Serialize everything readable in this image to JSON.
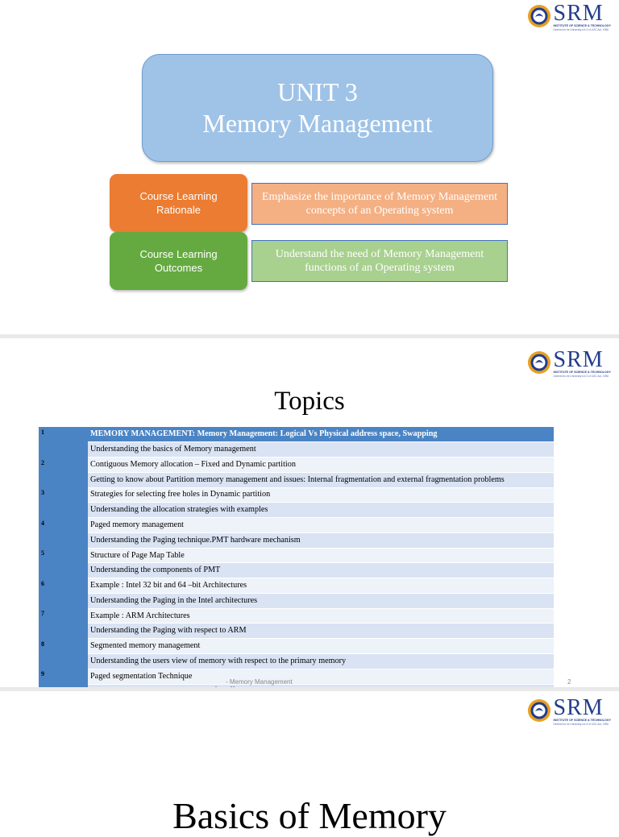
{
  "logo": {
    "name": "SRM",
    "line1": "INSTITUTE OF SCIENCE & TECHNOLOGY",
    "line2": "Deemed to be University u/s 3 of UGC Act, 1956",
    "colors": {
      "primary": "#233d8c",
      "ring": "#e8a020"
    }
  },
  "slide1": {
    "unit_title": "UNIT 3",
    "unit_subtitle": "Memory Management",
    "rationale_label": "Course Learning\nRationale",
    "rationale_text": "Emphasize the importance of Memory Management\nconcepts of an Operating system",
    "outcomes_label": "Course Learning\nOutcomes",
    "outcomes_text": "Understand the need of Memory Management\nfunctions of an Operating system",
    "colors": {
      "unit_box": "#9fc3e7",
      "rationale": "#ec7c31",
      "rationale_desc": "#f4b083",
      "outcomes": "#65aa41",
      "outcomes_desc": "#a8d08e"
    }
  },
  "slide2": {
    "title": "Topics",
    "rows": [
      {
        "num": "1",
        "text": "MEMORY MANAGEMENT: Memory Management: Logical Vs Physical address space, Swapping",
        "head": true
      },
      {
        "num": "",
        "text": "Understanding the basics of Memory management"
      },
      {
        "num": "2",
        "text": "Contiguous Memory allocation – Fixed and Dynamic partition"
      },
      {
        "num": "",
        "text": "Getting to know about Partition memory management and issues: Internal fragmentation and external fragmentation problems"
      },
      {
        "num": "3",
        "text": "Strategies for selecting free holes in Dynamic partition"
      },
      {
        "num": "",
        "text": "Understanding the allocation strategies with examples"
      },
      {
        "num": "4",
        "text": "Paged memory management"
      },
      {
        "num": "",
        "text": "Understanding the Paging technique.PMT hardware mechanism"
      },
      {
        "num": "5",
        "text": "Structure of Page Map Table"
      },
      {
        "num": "",
        "text": "Understanding the components of PMT"
      },
      {
        "num": "6",
        "text": "Example : Intel 32 bit and 64 –bit Architectures"
      },
      {
        "num": "",
        "text": "Understanding the Paging in the Intel architectures"
      },
      {
        "num": "7",
        "text": "Example : ARM Architectures"
      },
      {
        "num": "",
        "text": "Understanding the Paging with respect to ARM"
      },
      {
        "num": "8",
        "text": "Segmented memory management"
      },
      {
        "num": "",
        "text": "Understanding the users view of memory with respect to the primary memory"
      },
      {
        "num": "9",
        "text": "Paged segmentation Technique"
      },
      {
        "num": "",
        "text": "Understanding the combined scheme for efficient management"
      }
    ],
    "footer_text": "- Memory Management",
    "page_number": "2"
  },
  "slide3": {
    "title": "Basics of Memory"
  }
}
